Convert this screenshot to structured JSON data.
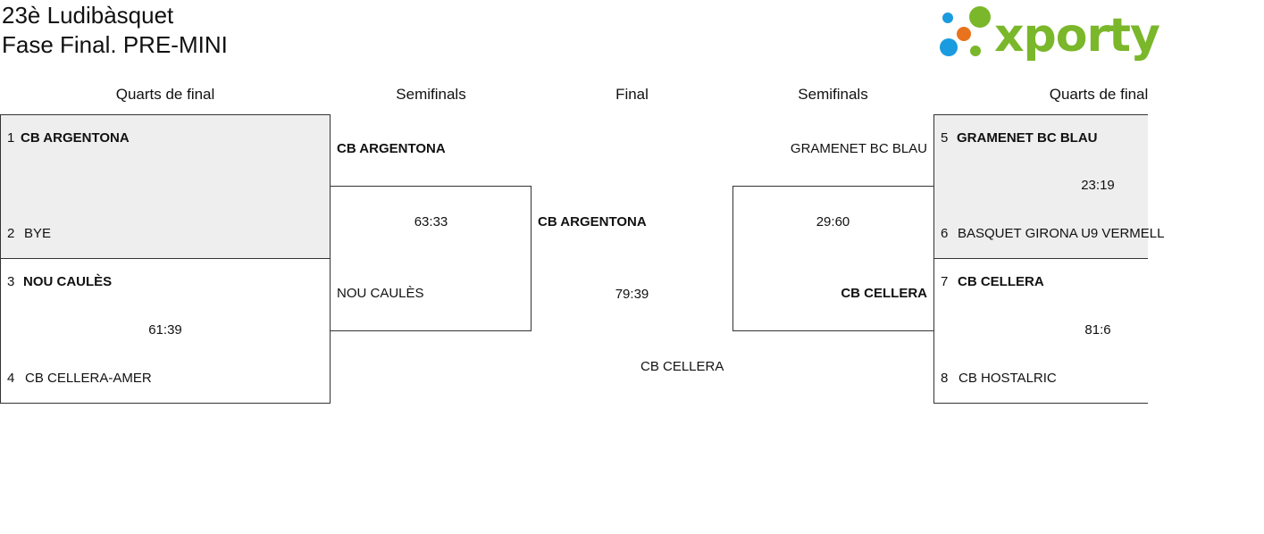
{
  "header": {
    "title_line1": "23è Ludibàsquet",
    "title_line2": "Fase Final. PRE-MINI",
    "logo_text": "xporty"
  },
  "columns": {
    "quarters_left": "Quarts de final",
    "semis_left": "Semifinals",
    "final": "Final",
    "semis_right": "Semifinals",
    "quarters_right": "Quarts de final"
  },
  "quarters": [
    {
      "seed_a": "1",
      "team_a": "CB ARGENTONA",
      "seed_b": "2",
      "team_b": "BYE",
      "score": "",
      "winner": "a"
    },
    {
      "seed_a": "3",
      "team_a": "NOU CAULÈS",
      "seed_b": "4",
      "team_b": "CB CELLERA-AMER",
      "score": "61:39",
      "winner": "a"
    },
    {
      "seed_a": "5",
      "team_a": "GRAMENET BC BLAU",
      "seed_b": "6",
      "team_b": "BASQUET GIRONA U9 VERMELL",
      "score": "23:19",
      "winner": "a"
    },
    {
      "seed_a": "7",
      "team_a": "CB CELLERA",
      "seed_b": "8",
      "team_b": "CB HOSTALRIC",
      "score": "81:6",
      "winner": "a"
    }
  ],
  "semis": [
    {
      "team_a": "CB ARGENTONA",
      "team_b": "NOU CAULÈS",
      "score": "63:33",
      "winner": "a"
    },
    {
      "team_a": "GRAMENET BC BLAU",
      "team_b": "CB CELLERA",
      "score": "29:60",
      "winner": "b"
    }
  ],
  "final": {
    "team_a": "CB ARGENTONA",
    "team_b": "CB CELLERA",
    "score": "79:39",
    "winner": "a"
  },
  "colors": {
    "logo_green": "#7ab72a",
    "logo_blue": "#1a9be0",
    "logo_orange": "#e8731c",
    "box_shaded": "#eeeeee"
  }
}
